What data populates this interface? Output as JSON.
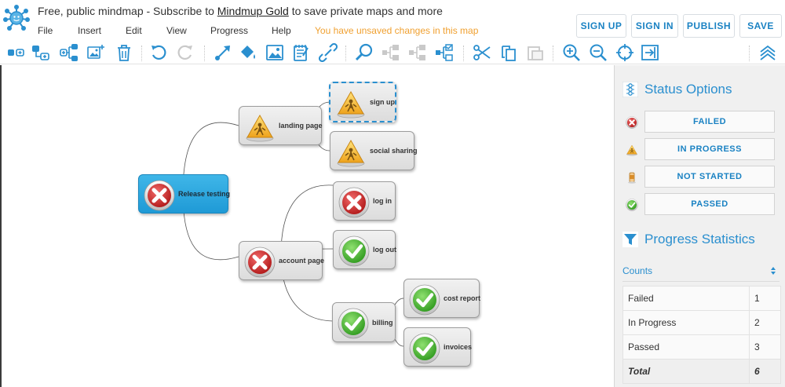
{
  "header": {
    "title_prefix": "Free, public mindmap - Subscribe to ",
    "title_link": "Mindmup Gold",
    "title_suffix": " to save private maps and more",
    "menu": [
      "File",
      "Insert",
      "Edit",
      "View",
      "Progress",
      "Help"
    ],
    "unsaved_notice": "You have unsaved changes in this map",
    "buttons": {
      "sign_up": "SIGN UP",
      "sign_in": "SIGN IN",
      "publish": "PUBLISH",
      "save": "SAVE"
    }
  },
  "toolbar_icons": [
    "add-child-icon",
    "add-sibling-icon",
    "add-parent-icon",
    "add-image-icon",
    "delete-icon",
    "undo-icon",
    "redo-icon",
    "connect-icon",
    "paint-bucket-icon",
    "insert-image-icon",
    "edit-note-icon",
    "link-icon",
    "search-icon",
    "status-cycle-icon",
    "status-clear-icon",
    "status-check-icon",
    "cut-icon",
    "copy-icon",
    "paste-icon",
    "zoom-in-icon",
    "zoom-out-icon",
    "reset-view-icon",
    "export-icon",
    "collapse-toolbar-icon"
  ],
  "mindmap": {
    "nodes": {
      "root": {
        "label": "Release testing",
        "status": "failed"
      },
      "landing_page": {
        "label": "landing page",
        "status": "in-progress"
      },
      "sign_up": {
        "label": "sign up",
        "status": "in-progress"
      },
      "social_sharing": {
        "label": "social sharing",
        "status": "in-progress"
      },
      "account_page": {
        "label": "account page",
        "status": "failed"
      },
      "log_in": {
        "label": "log in",
        "status": "failed"
      },
      "log_out": {
        "label": "log out",
        "status": "passed"
      },
      "billing": {
        "label": "billing",
        "status": "passed"
      },
      "cost_report": {
        "label": "cost report",
        "status": "passed"
      },
      "invoices": {
        "label": "invoices",
        "status": "passed"
      }
    }
  },
  "panel": {
    "status_title": "Status Options",
    "status_options": [
      {
        "label": "FAILED",
        "icon": "failed-status-icon"
      },
      {
        "label": "IN PROGRESS",
        "icon": "in-progress-status-icon"
      },
      {
        "label": "NOT STARTED",
        "icon": "not-started-status-icon"
      },
      {
        "label": "PASSED",
        "icon": "passed-status-icon"
      }
    ],
    "stats_title": "Progress Statistics",
    "counts_label": "Counts",
    "stats": [
      {
        "label": "Failed",
        "value": "1"
      },
      {
        "label": "In Progress",
        "value": "2"
      },
      {
        "label": "Passed",
        "value": "3"
      }
    ],
    "total": {
      "label": "Total",
      "value": "6"
    }
  },
  "colors": {
    "accent": "#2a8fcf",
    "unsaved": "#f0a030",
    "root_node": "#2aa7df",
    "failed": "#cc2a2a",
    "passed": "#3fae2a",
    "in_progress": "#f2b531"
  }
}
